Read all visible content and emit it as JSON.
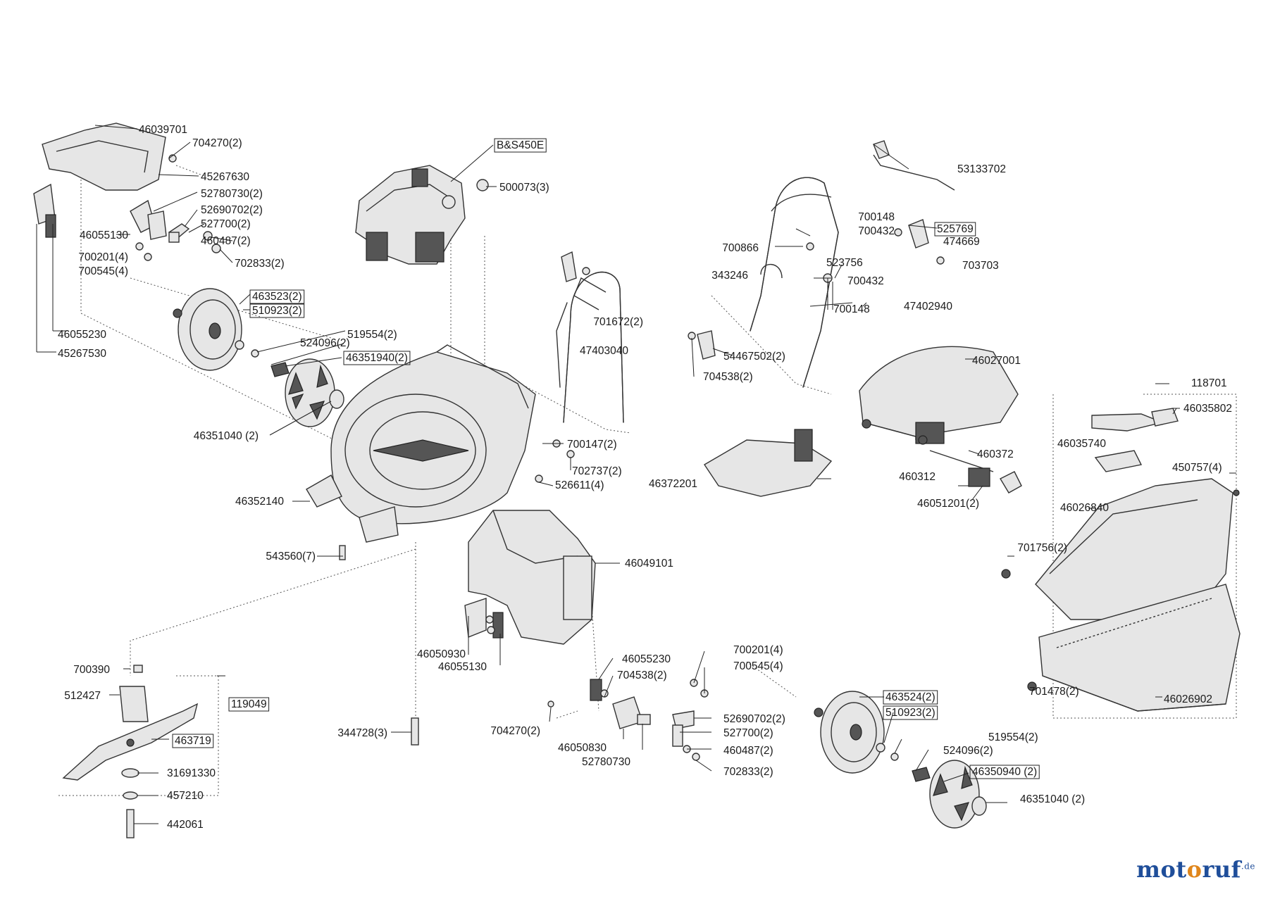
{
  "parts": [
    {
      "id": "p-46039701",
      "label": "46039701",
      "boxed": false
    },
    {
      "id": "p-704270-2a",
      "label": "704270(2)",
      "boxed": false
    },
    {
      "id": "p-45267630",
      "label": "45267630",
      "boxed": false
    },
    {
      "id": "p-52780730-2a",
      "label": "52780730(2)",
      "boxed": false
    },
    {
      "id": "p-52690702-2a",
      "label": "52690702(2)",
      "boxed": false
    },
    {
      "id": "p-527700-2a",
      "label": "527700(2)",
      "boxed": false
    },
    {
      "id": "p-460487-2a",
      "label": "460487(2)",
      "boxed": false
    },
    {
      "id": "p-46055130a",
      "label": "46055130",
      "boxed": false
    },
    {
      "id": "p-700201-4a",
      "label": "700201(4)",
      "boxed": false
    },
    {
      "id": "p-700545-4a",
      "label": "700545(4)",
      "boxed": false
    },
    {
      "id": "p-702833-2a",
      "label": "702833(2)",
      "boxed": false
    },
    {
      "id": "p-46055230a",
      "label": "46055230",
      "boxed": false
    },
    {
      "id": "p-45267530",
      "label": "45267530",
      "boxed": false
    },
    {
      "id": "p-BS450E",
      "label": "B&S450E",
      "boxed": true
    },
    {
      "id": "p-500073-3",
      "label": "500073(3)",
      "boxed": false
    },
    {
      "id": "p-463523-2",
      "label": "463523(2)",
      "boxed": true
    },
    {
      "id": "p-510923-2a",
      "label": "510923(2)",
      "boxed": true
    },
    {
      "id": "p-519554-2a",
      "label": "519554(2)",
      "boxed": false
    },
    {
      "id": "p-524096-2a",
      "label": "524096(2)",
      "boxed": false
    },
    {
      "id": "p-46351940-2",
      "label": "46351940(2)",
      "boxed": true
    },
    {
      "id": "p-46351040-2a",
      "label": "46351040 (2)",
      "boxed": false
    },
    {
      "id": "p-53133702",
      "label": "53133702",
      "boxed": false
    },
    {
      "id": "p-700148a",
      "label": "700148",
      "boxed": false
    },
    {
      "id": "p-700432a",
      "label": "700432",
      "boxed": false
    },
    {
      "id": "p-525769",
      "label": "525769",
      "boxed": true
    },
    {
      "id": "p-474669",
      "label": "474669",
      "boxed": false
    },
    {
      "id": "p-700866",
      "label": "700866",
      "boxed": false
    },
    {
      "id": "p-523756",
      "label": "523756",
      "boxed": false
    },
    {
      "id": "p-703703",
      "label": "703703",
      "boxed": false
    },
    {
      "id": "p-343246",
      "label": "343246",
      "boxed": false
    },
    {
      "id": "p-700432b",
      "label": "700432",
      "boxed": false
    },
    {
      "id": "p-700148b",
      "label": "700148",
      "boxed": false
    },
    {
      "id": "p-47402940",
      "label": "47402940",
      "boxed": false
    },
    {
      "id": "p-701672-2",
      "label": "701672(2)",
      "boxed": false
    },
    {
      "id": "p-47403040",
      "label": "47403040",
      "boxed": false
    },
    {
      "id": "p-54467502-2",
      "label": "54467502(2)",
      "boxed": false
    },
    {
      "id": "p-704538-2a",
      "label": "704538(2)",
      "boxed": false
    },
    {
      "id": "p-46027001",
      "label": "46027001",
      "boxed": false
    },
    {
      "id": "p-118701",
      "label": "118701",
      "boxed": false
    },
    {
      "id": "p-46035802",
      "label": "46035802",
      "boxed": false
    },
    {
      "id": "p-700147-2",
      "label": "700147(2)",
      "boxed": false
    },
    {
      "id": "p-702737-2",
      "label": "702737(2)",
      "boxed": false
    },
    {
      "id": "p-526611-4",
      "label": "526611(4)",
      "boxed": false
    },
    {
      "id": "p-460372",
      "label": "460372",
      "boxed": false
    },
    {
      "id": "p-46035740",
      "label": "46035740",
      "boxed": false
    },
    {
      "id": "p-46372201",
      "label": "46372201",
      "boxed": false
    },
    {
      "id": "p-460312",
      "label": "460312",
      "boxed": false
    },
    {
      "id": "p-450757-4",
      "label": "450757(4)",
      "boxed": false
    },
    {
      "id": "p-46051201-2",
      "label": "46051201(2)",
      "boxed": false
    },
    {
      "id": "p-46026840",
      "label": "46026840",
      "boxed": false
    },
    {
      "id": "p-46352140",
      "label": "46352140",
      "boxed": false
    },
    {
      "id": "p-543560-7",
      "label": "543560(7)",
      "boxed": false
    },
    {
      "id": "p-46049101",
      "label": "46049101",
      "boxed": false
    },
    {
      "id": "p-701756-2",
      "label": "701756(2)",
      "boxed": false
    },
    {
      "id": "p-46050930",
      "label": "46050930",
      "boxed": false
    },
    {
      "id": "p-46055130b",
      "label": "46055130",
      "boxed": false
    },
    {
      "id": "p-46055230b",
      "label": "46055230",
      "boxed": false
    },
    {
      "id": "p-704538-2b",
      "label": "704538(2)",
      "boxed": false
    },
    {
      "id": "p-700201-4b",
      "label": "700201(4)",
      "boxed": false
    },
    {
      "id": "p-700545-4b",
      "label": "700545(4)",
      "boxed": false
    },
    {
      "id": "p-700390",
      "label": "700390",
      "boxed": false
    },
    {
      "id": "p-512427",
      "label": "512427",
      "boxed": false
    },
    {
      "id": "p-119049",
      "label": "119049",
      "boxed": true
    },
    {
      "id": "p-463719",
      "label": "463719",
      "boxed": true
    },
    {
      "id": "p-344728-3",
      "label": "344728(3)",
      "boxed": false
    },
    {
      "id": "p-704270-2b",
      "label": "704270(2)",
      "boxed": false
    },
    {
      "id": "p-46050830",
      "label": "46050830",
      "boxed": false
    },
    {
      "id": "p-52780730",
      "label": "52780730",
      "boxed": false
    },
    {
      "id": "p-52690702-2b",
      "label": "52690702(2)",
      "boxed": false
    },
    {
      "id": "p-527700-2b",
      "label": "527700(2)",
      "boxed": false
    },
    {
      "id": "p-460487-2b",
      "label": "460487(2)",
      "boxed": false
    },
    {
      "id": "p-702833-2b",
      "label": "702833(2)",
      "boxed": false
    },
    {
      "id": "p-463524-2",
      "label": "463524(2)",
      "boxed": true
    },
    {
      "id": "p-510923-2b",
      "label": "510923(2)",
      "boxed": true
    },
    {
      "id": "p-519554-2b",
      "label": "519554(2)",
      "boxed": false
    },
    {
      "id": "p-524096-2b",
      "label": "524096(2)",
      "boxed": false
    },
    {
      "id": "p-46350940-2",
      "label": "46350940 (2)",
      "boxed": true
    },
    {
      "id": "p-46351040-2b",
      "label": "46351040 (2)",
      "boxed": false
    },
    {
      "id": "p-31691330",
      "label": "31691330",
      "boxed": false
    },
    {
      "id": "p-457210",
      "label": "457210",
      "boxed": false
    },
    {
      "id": "p-442061",
      "label": "442061",
      "boxed": false
    },
    {
      "id": "p-701478-2",
      "label": "701478(2)",
      "boxed": false
    },
    {
      "id": "p-46026902",
      "label": "46026902",
      "boxed": false
    }
  ],
  "logo": {
    "m1": "mot",
    "m2": "o",
    "m3": "ruf",
    "tld": ".de"
  },
  "colors": {
    "logo_blue": "#1f4e9a",
    "logo_orange": "#e0861b",
    "line": "#222222"
  }
}
